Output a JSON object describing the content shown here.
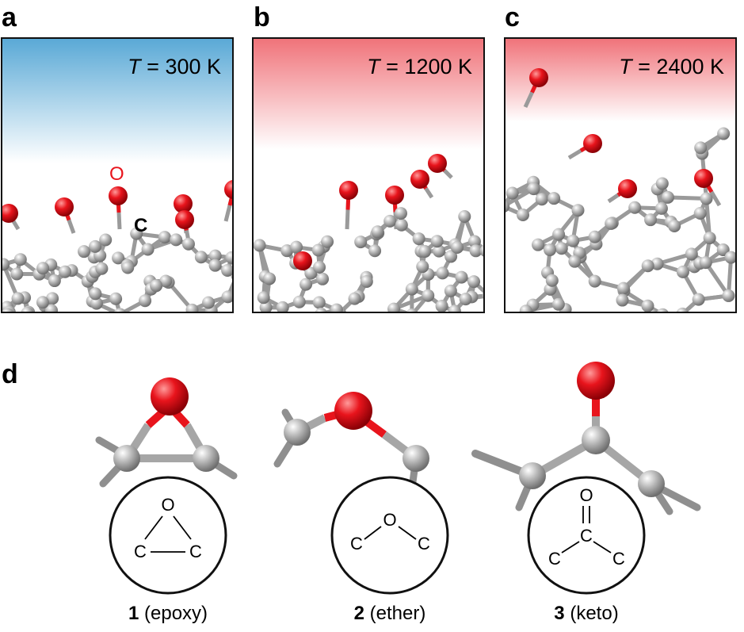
{
  "panels": [
    {
      "letter": "a",
      "temp_symbol": "T",
      "temp_value": "= 300 K",
      "bg_top": "#5aa9d6"
    },
    {
      "letter": "b",
      "temp_symbol": "T",
      "temp_value": "= 1200 K",
      "bg_top": "#f0737a"
    },
    {
      "letter": "c",
      "temp_symbol": "T",
      "temp_value": "= 2400 K",
      "bg_top": "#f0737a"
    }
  ],
  "panel_a_labels": {
    "oxygen": "O",
    "carbon": "C"
  },
  "panel_d": {
    "letter": "d",
    "structures": [
      {
        "number": "1",
        "name": "(epoxy)",
        "scheme": {
          "o": "O",
          "c1": "C",
          "c2": "C"
        }
      },
      {
        "number": "2",
        "name": "(ether)",
        "scheme": {
          "o": "O",
          "c1": "C",
          "c2": "C"
        }
      },
      {
        "number": "3",
        "name": "(keto)",
        "scheme": {
          "o": "O",
          "c": "C",
          "c1": "C",
          "c2": "C",
          "double_bond": "="
        }
      }
    ]
  },
  "colors": {
    "oxygen": "#e8141c",
    "carbon": "#a9a9a9",
    "bond": "#9a9a9a",
    "label_oxygen": "#e8141c"
  }
}
